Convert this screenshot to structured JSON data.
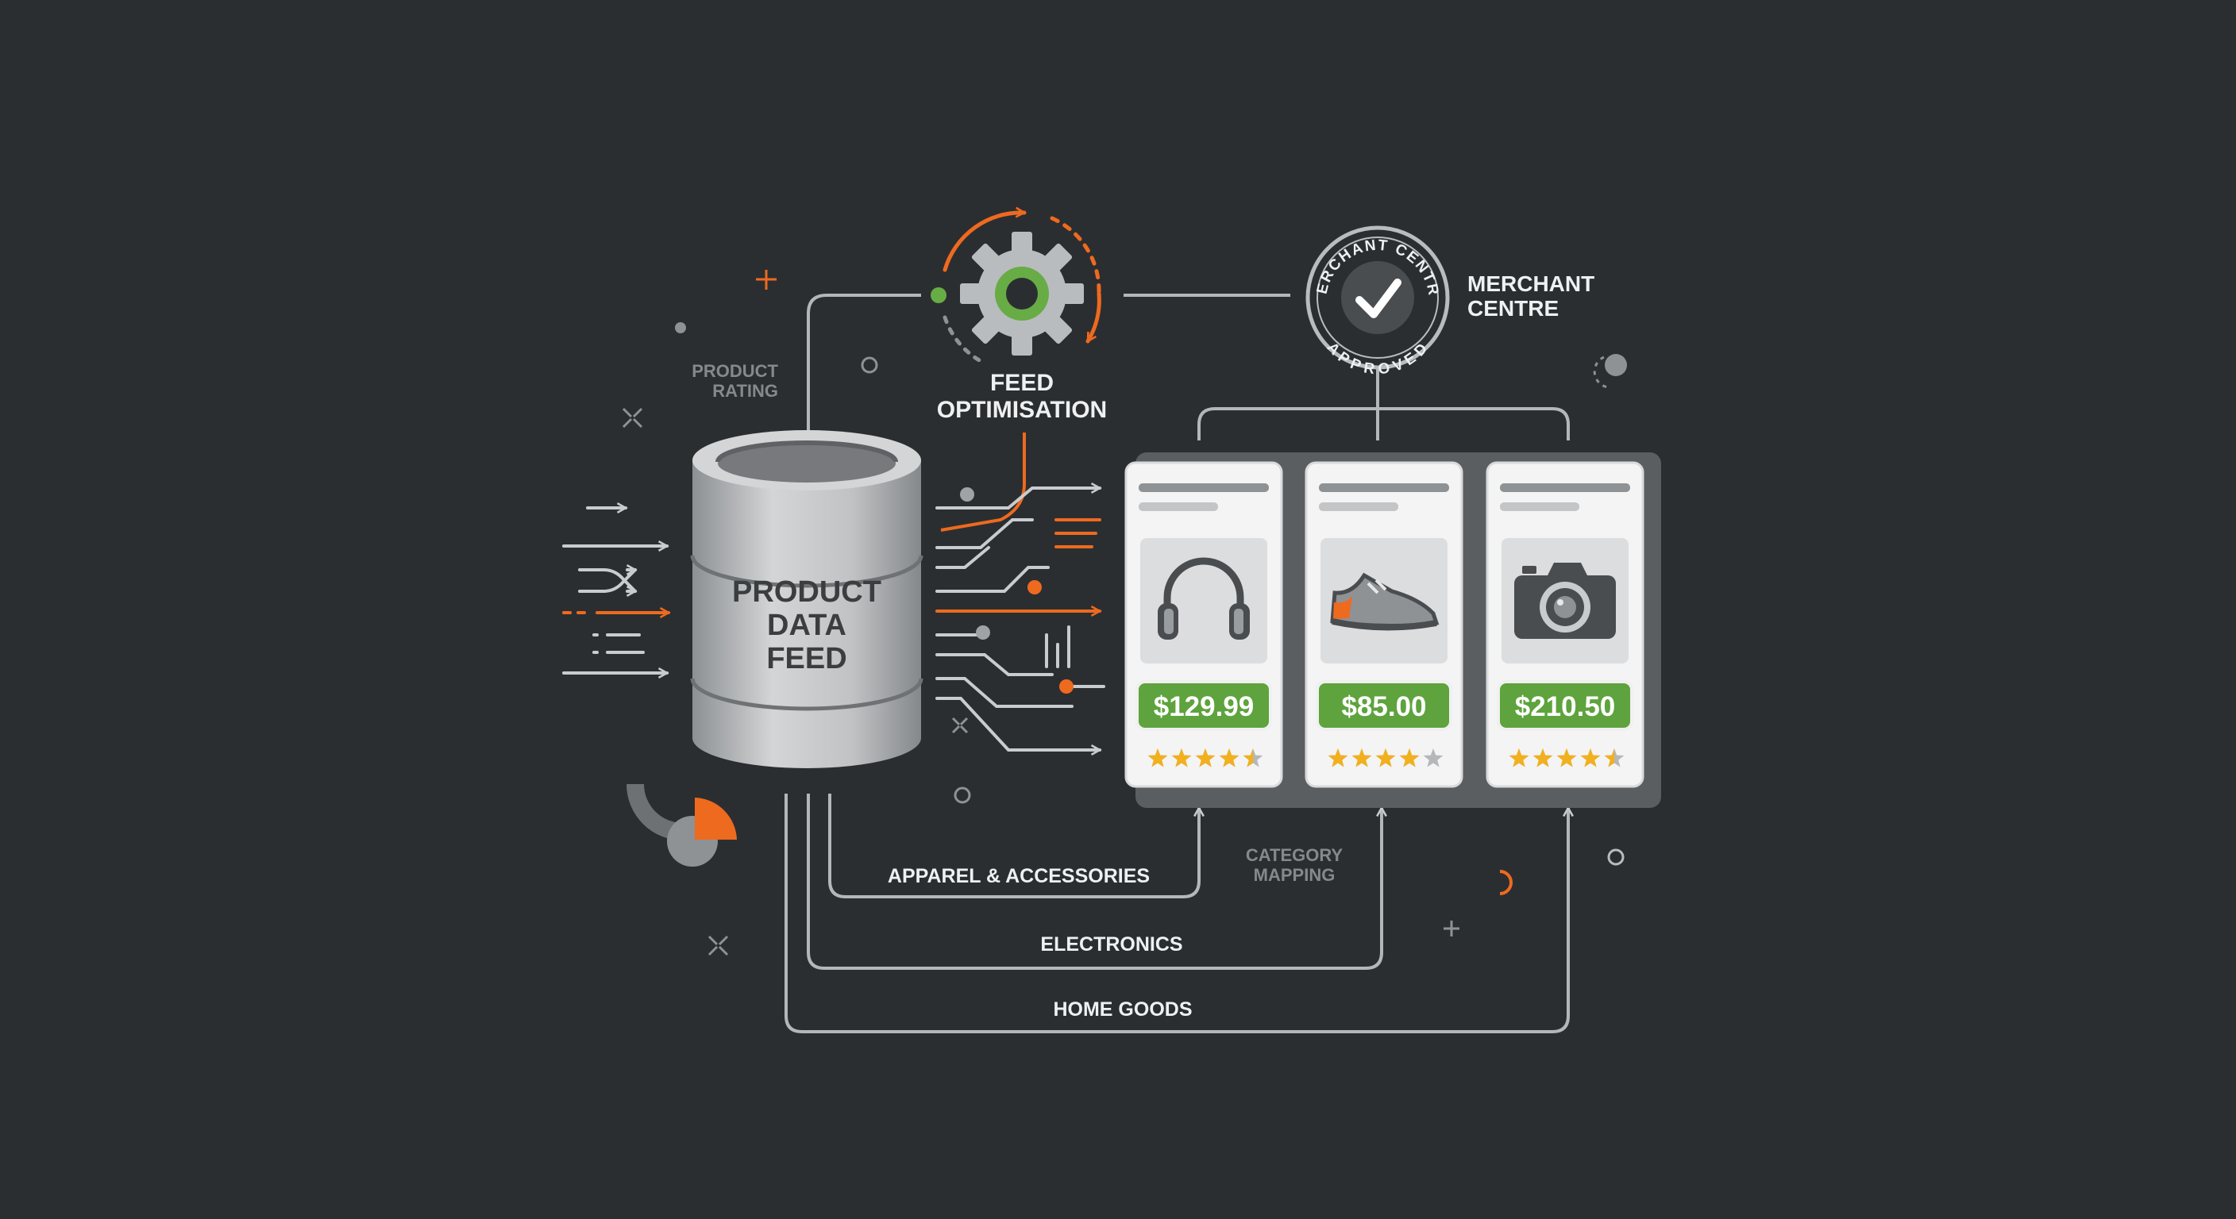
{
  "feed": {
    "line1": "PRODUCT",
    "line2": "DATA",
    "line3": "FEED"
  },
  "optimisation": {
    "line1": "FEED",
    "line2": "OPTIMISATION"
  },
  "merchant": {
    "line1": "MERCHANT",
    "line2": "CENTRE",
    "badge_top": "MERCHANT CENTRE",
    "badge_bottom": "APPROVED"
  },
  "product_rating": {
    "line1": "PRODUCT",
    "line2": "RATING"
  },
  "category_mapping": {
    "line1": "CATEGORY",
    "line2": "MAPPING"
  },
  "categories": [
    "APPAREL & ACCESSORIES",
    "ELECTRONICS",
    "HOME GOODS"
  ],
  "products": [
    {
      "icon": "headphones-icon",
      "price": "$129.99",
      "stars": 4.5
    },
    {
      "icon": "sneaker-icon",
      "price": "$85.00",
      "stars": 4
    },
    {
      "icon": "camera-icon",
      "price": "$210.50",
      "stars": 4.5
    }
  ],
  "colors": {
    "background": "#2b2e31",
    "line": "#b3b7ba",
    "accent_orange": "#ee6a1f",
    "accent_green": "#67ac45",
    "price_green": "#5ea33d",
    "star": "#f2b01e",
    "card": "#f4f4f4",
    "cylinder": "#bfc1c3"
  }
}
